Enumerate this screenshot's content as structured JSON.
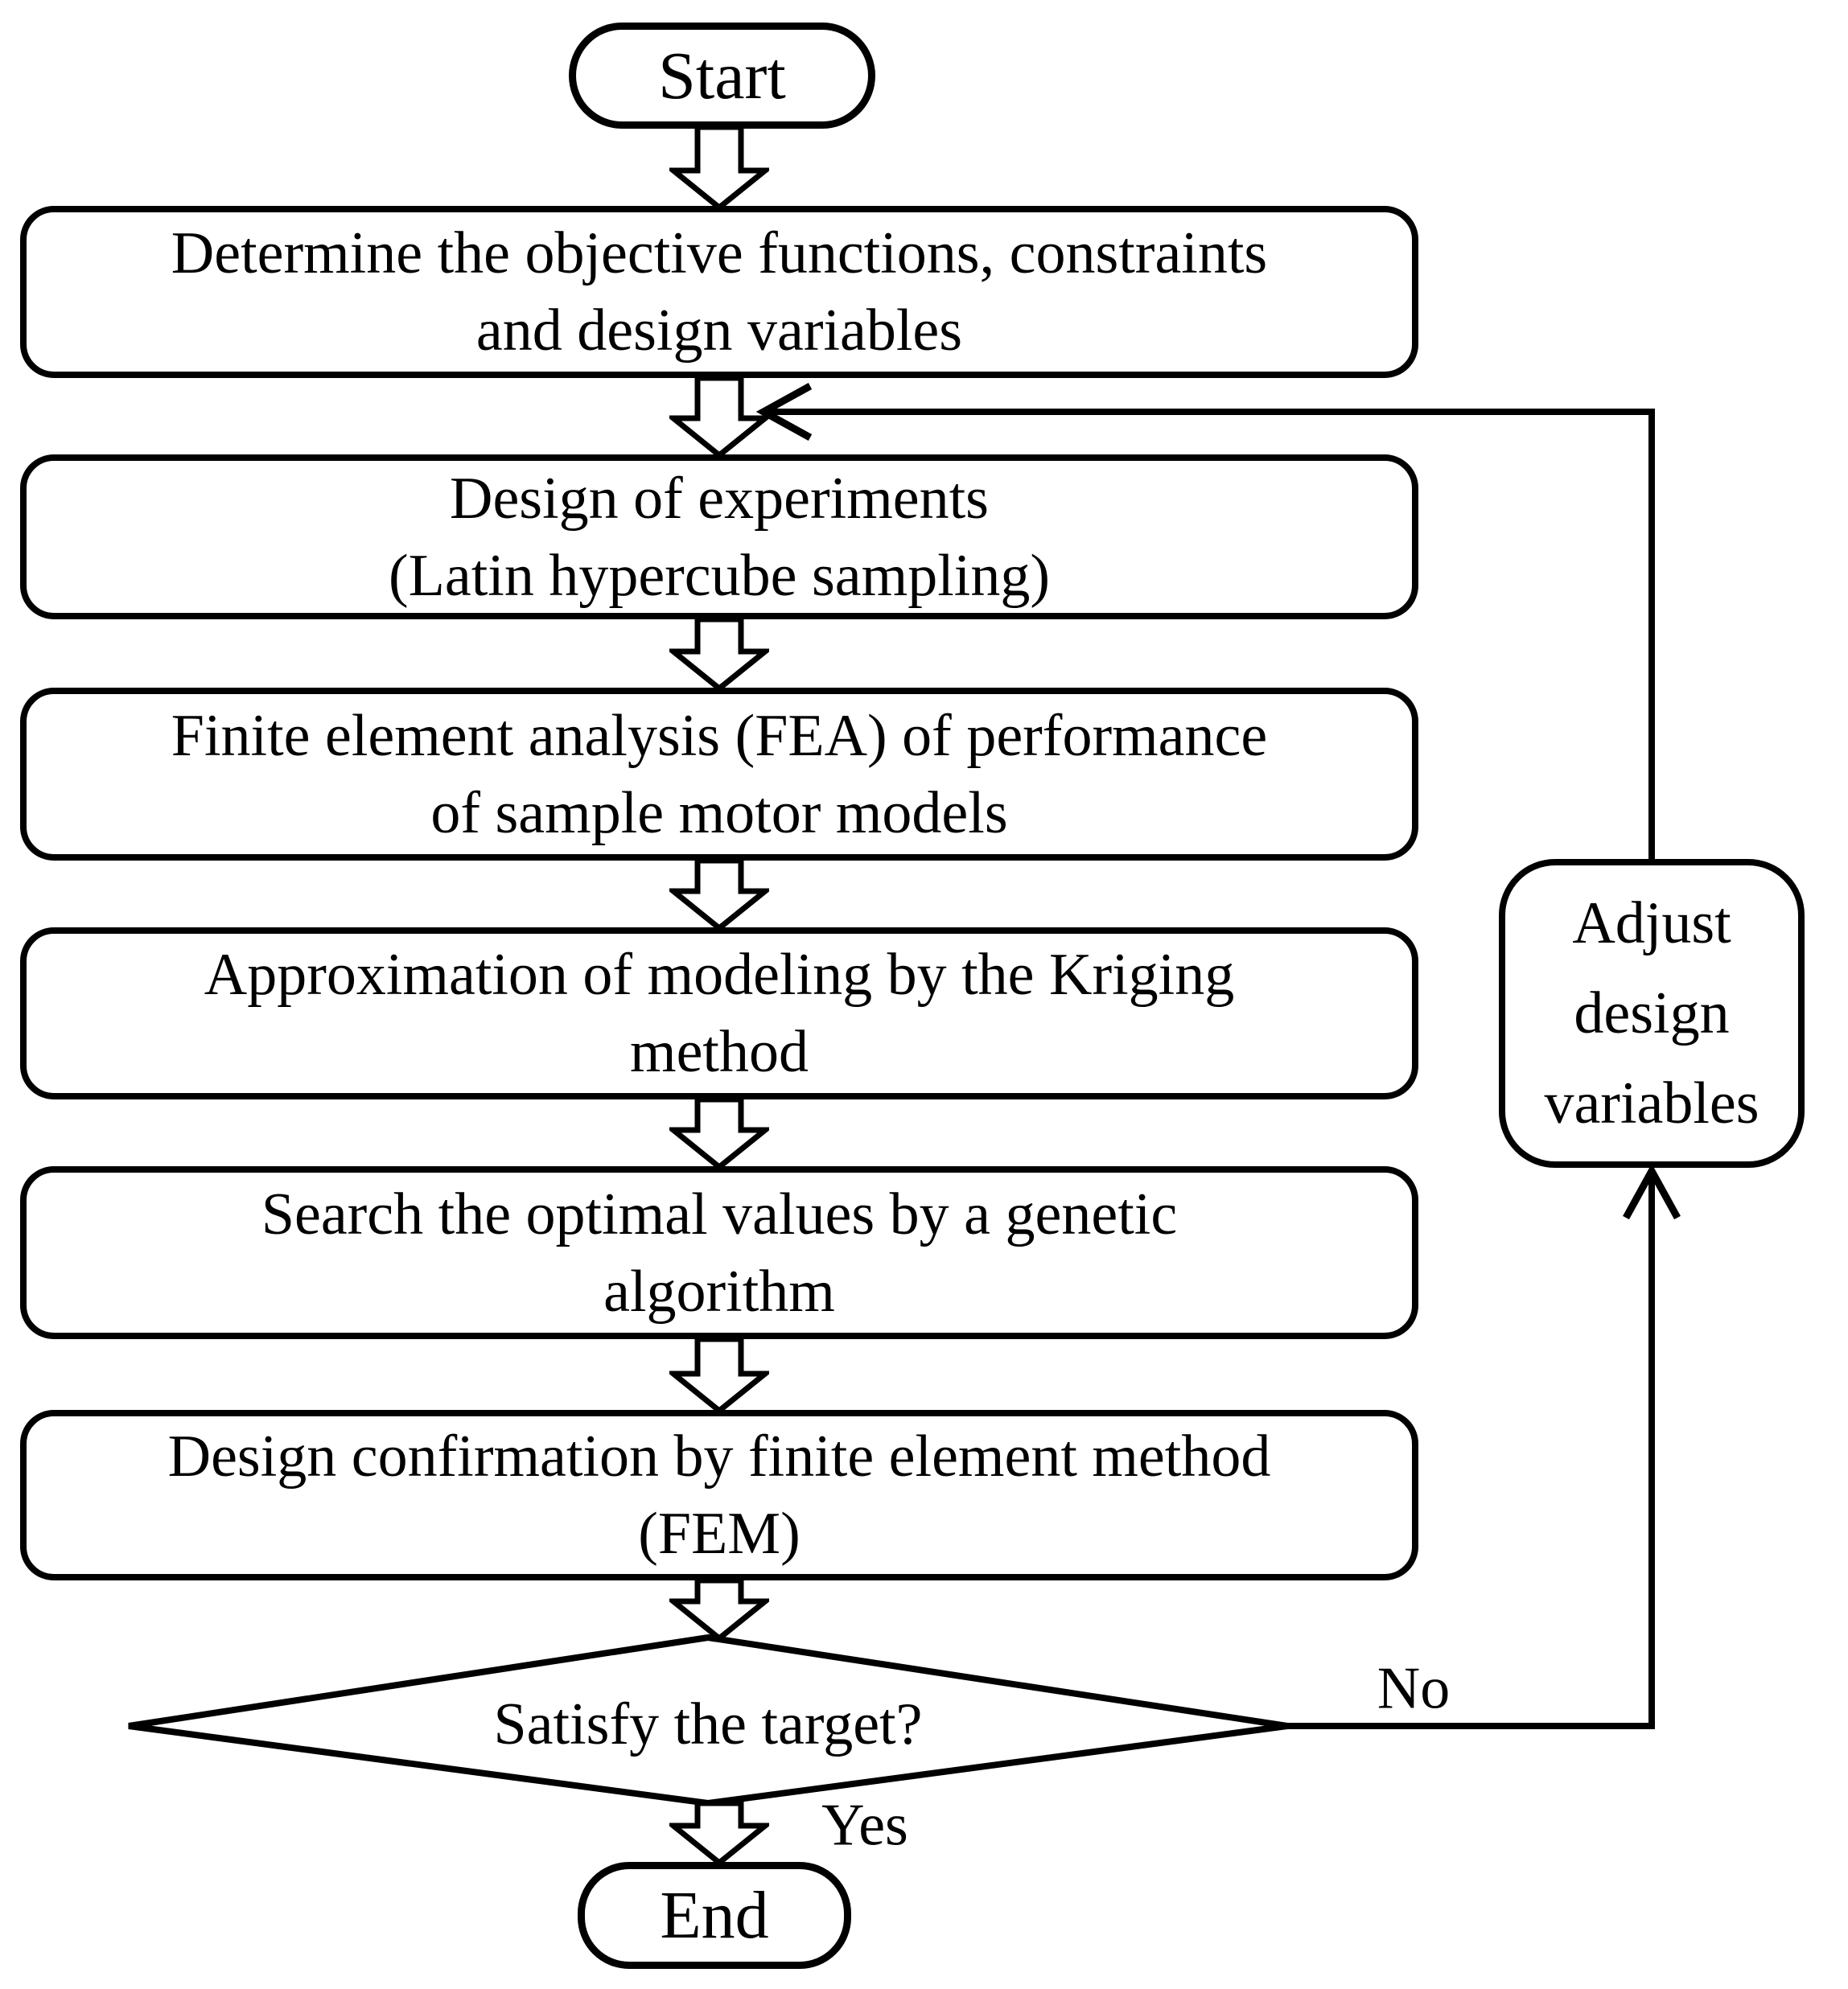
{
  "flowchart": {
    "start": {
      "label": "Start"
    },
    "steps": [
      {
        "id": "determine",
        "lines": [
          "Determine the objective functions, constraints",
          "and design variables"
        ]
      },
      {
        "id": "doe",
        "lines": [
          "Design of experiments",
          "(Latin hypercube sampling)"
        ]
      },
      {
        "id": "fea",
        "lines": [
          "Finite element analysis (FEA) of performance",
          "of sample motor models"
        ]
      },
      {
        "id": "kriging",
        "lines": [
          "Approximation of modeling by the Kriging",
          "method"
        ]
      },
      {
        "id": "ga",
        "lines": [
          "Search the optimal values by a genetic",
          "algorithm"
        ]
      },
      {
        "id": "fem",
        "lines": [
          "Design confirmation by finite element method",
          "(FEM)"
        ]
      }
    ],
    "decision": {
      "label": "Satisfy the target?"
    },
    "loop_box": {
      "lines": [
        "Adjust",
        "design",
        "variables"
      ]
    },
    "edge_labels": {
      "no": "No",
      "yes": "Yes"
    },
    "end": {
      "label": "End"
    },
    "colors": {
      "stroke": "#000000",
      "shape_fill": "#ffffff",
      "background": "#ffffff"
    }
  }
}
